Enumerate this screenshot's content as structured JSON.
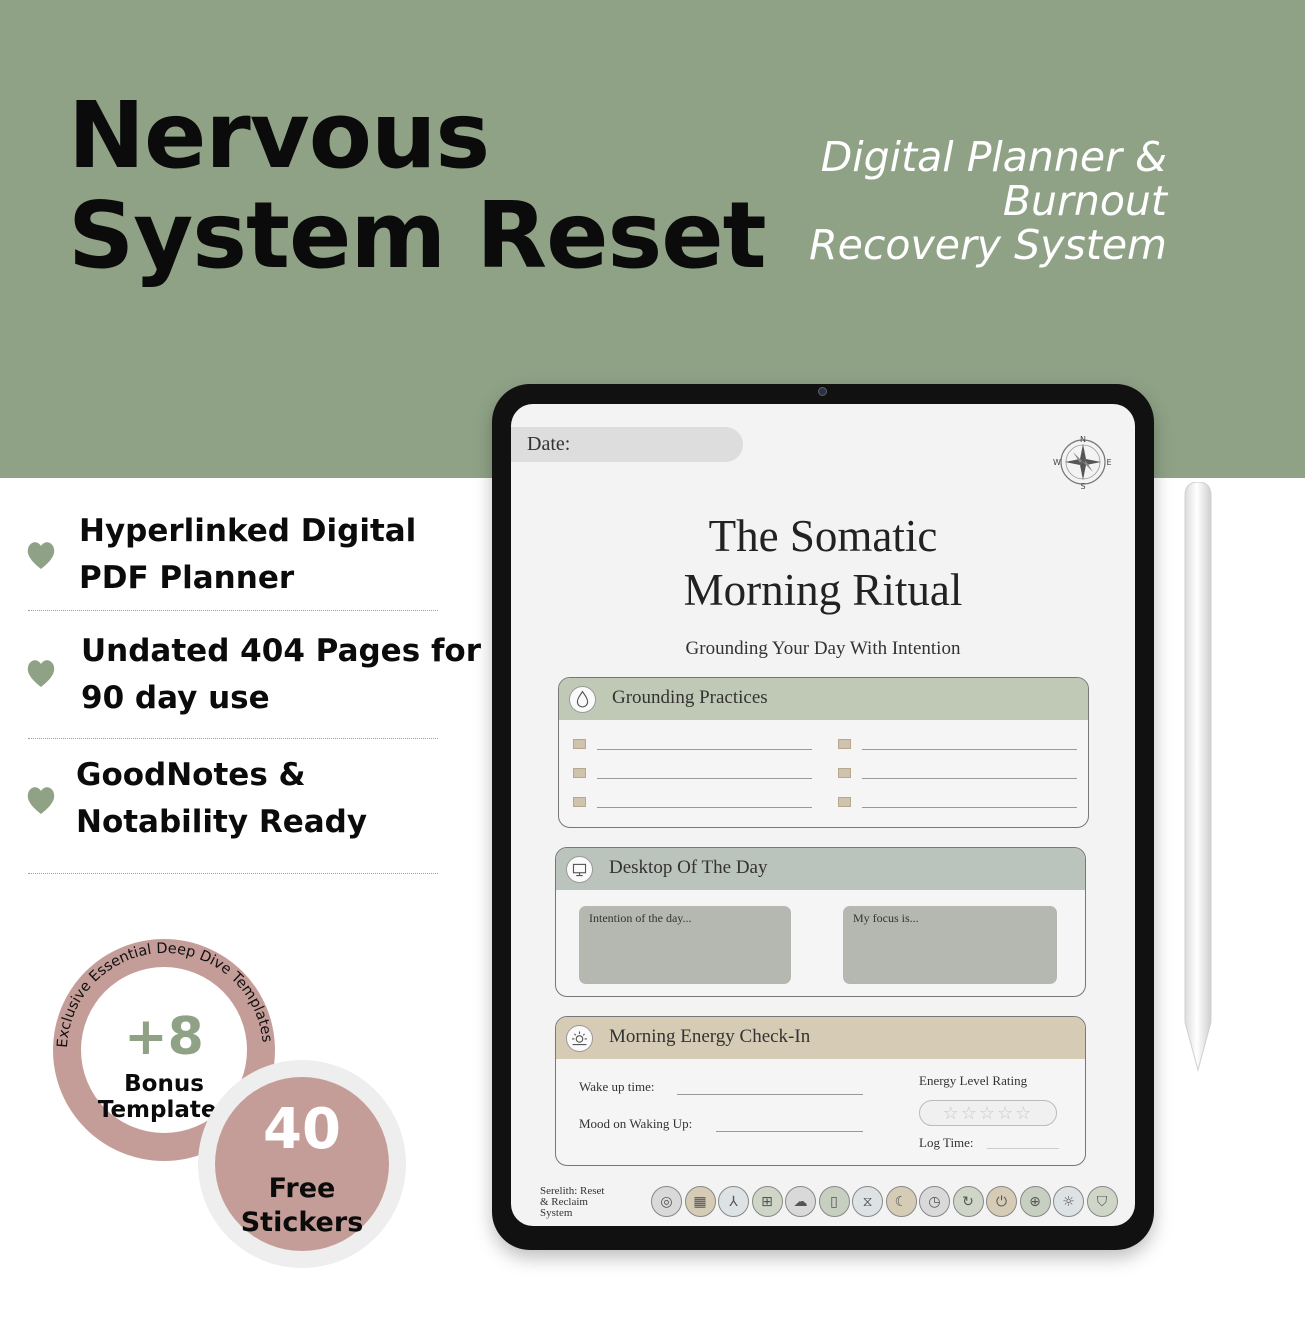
{
  "header": {
    "title_lines": [
      "Nervous",
      "System Reset"
    ],
    "subtitle_lines": [
      "Digital Planner &",
      "Burnout",
      "Recovery System"
    ],
    "band_color": "#8fa286"
  },
  "features": [
    {
      "icon": "heart-icon",
      "lines": [
        "Hyperlinked Digital",
        "PDF Planner"
      ]
    },
    {
      "icon": "heart-icon",
      "lines": [
        "Undated 404 Pages for",
        "90 day use"
      ]
    },
    {
      "icon": "heart-icon",
      "lines": [
        "GoodNotes &",
        "Notability Ready"
      ]
    }
  ],
  "badges": {
    "bonus": {
      "arc_text": "Exclusive Essential Deep Dive Templates",
      "count": "+8",
      "line1": "Bonus",
      "line2": "Templates"
    },
    "stickers": {
      "count": "40",
      "line1": "Free",
      "line2": "Stickers"
    }
  },
  "planner": {
    "date_label": "Date:",
    "compass": {
      "n": "N",
      "e": "E",
      "s": "S",
      "w": "W"
    },
    "title_lines": [
      "The Somatic",
      "Morning Ritual"
    ],
    "subtitle": "Grounding Your Day With Intention",
    "grounding": {
      "label": "Grounding Practices",
      "checklist_rows": 3,
      "color": "#c0c9b6"
    },
    "desktop": {
      "label": "Desktop Of The Day",
      "box1": "Intention of the day...",
      "box2": "My focus is...",
      "color": "#bbc3bd"
    },
    "energy": {
      "label": "Morning Energy Check-In",
      "wake_label": "Wake up time:",
      "mood_label": "Mood on Waking Up:",
      "rating_label": "Energy Level Rating",
      "stars": "☆☆☆☆☆",
      "log_label": "Log Time:",
      "color": "#d6ccb6"
    },
    "brand_lines": [
      "Serelith: Reset",
      "& Reclaim",
      "System"
    ],
    "nav_icons": [
      "target-icon",
      "calendar-icon",
      "yoga-icon",
      "grid-icon",
      "cloud-icon",
      "battery-icon",
      "hourglass-icon",
      "moon-icon",
      "clock-icon",
      "refresh-icon",
      "power-icon",
      "compass-icon",
      "sunrise-icon",
      "shield-icon"
    ]
  }
}
